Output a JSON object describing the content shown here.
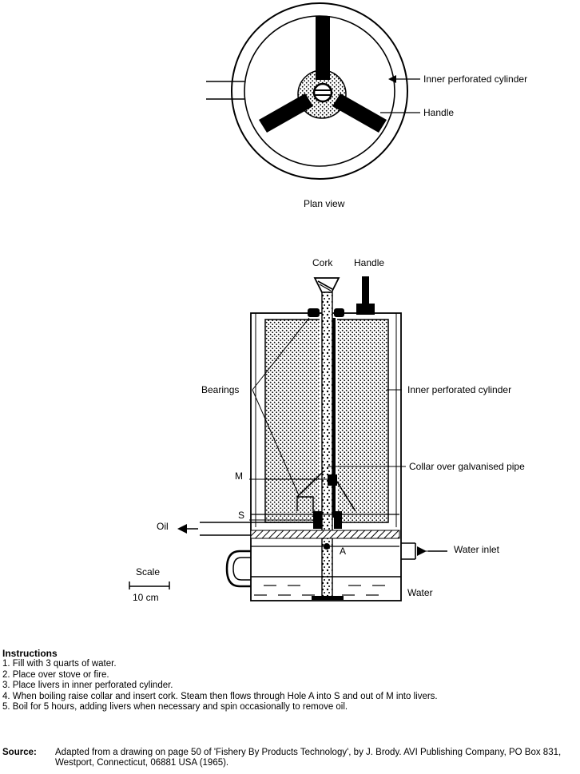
{
  "plan_view": {
    "caption": "Plan view",
    "labels": {
      "inner_cylinder": "Inner perforated cylinder",
      "handle": "Handle"
    }
  },
  "section_view": {
    "labels": {
      "cork": "Cork",
      "handle": "Handle",
      "bearings": "Bearings",
      "inner_cylinder": "Inner perforated cylinder",
      "collar": "Collar over galvanised pipe",
      "m": "M",
      "s": "S",
      "a": "A",
      "oil": "Oil",
      "water_inlet": "Water inlet",
      "water": "Water"
    },
    "scale": {
      "title": "Scale",
      "value": "10 cm"
    }
  },
  "instructions": {
    "heading": "Instructions",
    "steps": [
      "1. Fill with 3 quarts of water.",
      "2. Place over stove or fire.",
      "3. Place livers in inner perforated cylinder.",
      "4. When boiling raise collar and insert cork. Steam then flows through Hole A into S and out of M into livers.",
      "5. Boil for 5 hours, adding livers when necessary and spin occasionally to remove oil."
    ]
  },
  "source": {
    "label": "Source:",
    "text": "Adapted from a drawing on page 50 of 'Fishery By Products Technology', by J. Brody.  AVI Publishing Company, PO Box 831, Westport, Connecticut, 06881  USA (1965)."
  }
}
